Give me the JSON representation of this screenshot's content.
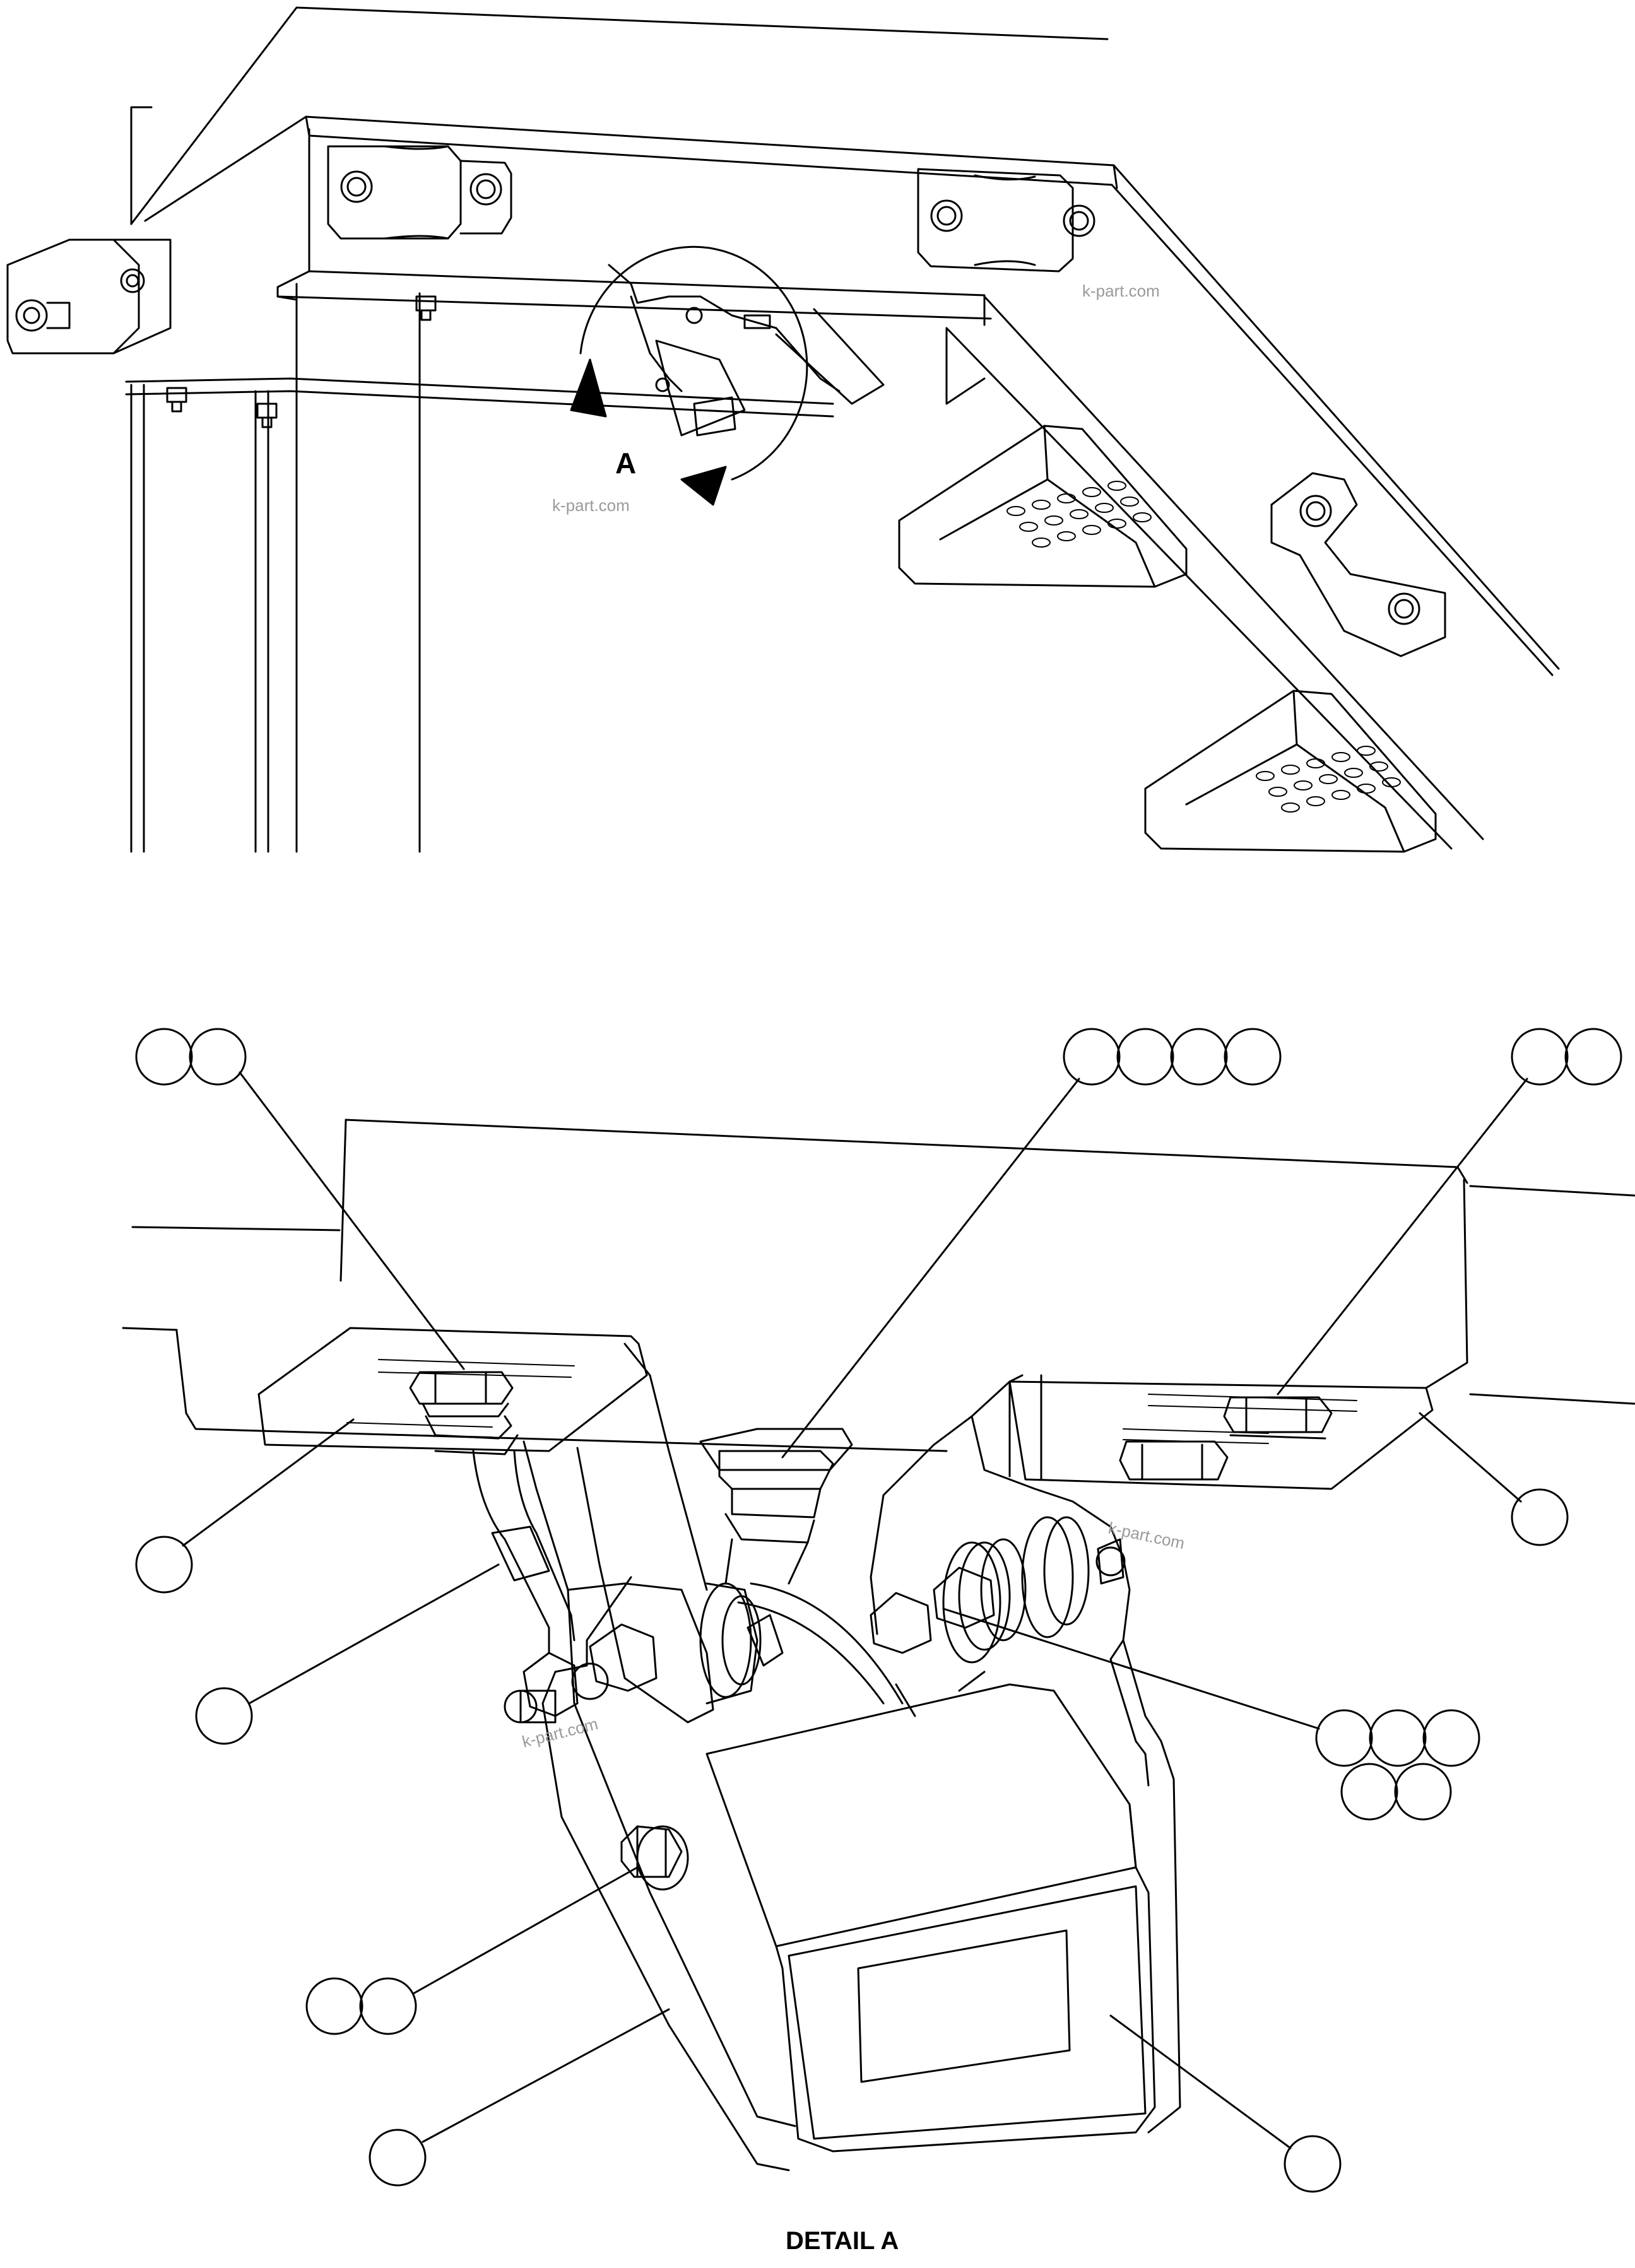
{
  "view_label": "A",
  "detail_caption": "DETAIL A",
  "watermarks": [
    "k-part.com",
    "k-part.com",
    "k-part.com",
    "k-part.com"
  ],
  "callout_groups": [
    {
      "name": "callout-top-left",
      "count": 2
    },
    {
      "name": "callout-top-center",
      "count": 4
    },
    {
      "name": "callout-top-right",
      "count": 2
    },
    {
      "name": "callout-left-upper",
      "count": 1
    },
    {
      "name": "callout-left-hose",
      "count": 1
    },
    {
      "name": "callout-right-bolt",
      "count": 1
    },
    {
      "name": "callout-right-washers",
      "count": 5
    },
    {
      "name": "callout-lower-bolt",
      "count": 2
    },
    {
      "name": "callout-lower-bracket",
      "count": 1
    },
    {
      "name": "callout-lower-camera",
      "count": 1
    }
  ],
  "icons": [
    "rotation-arrow-icon"
  ],
  "colors": {
    "line": "#000000",
    "background": "#ffffff",
    "watermark": "#9a9a9a"
  }
}
